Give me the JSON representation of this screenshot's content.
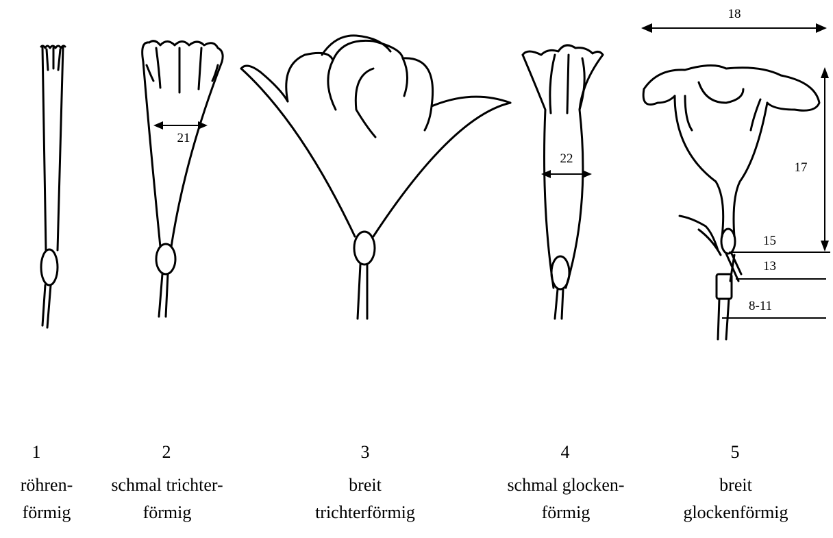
{
  "flowers": [
    {
      "number": "1",
      "label_line1": "röhren-",
      "label_line2": "förmig"
    },
    {
      "number": "2",
      "label_line1": "schmal trichter-",
      "label_line2": "förmig"
    },
    {
      "number": "3",
      "label_line1": "breit",
      "label_line2": "trichterförmig"
    },
    {
      "number": "4",
      "label_line1": "schmal glocken-",
      "label_line2": "förmig"
    },
    {
      "number": "5",
      "label_line1": "breit",
      "label_line2": "glockenförmig"
    }
  ],
  "measurements": {
    "width_2": "21",
    "width_4": "22",
    "span_5": "18",
    "height_5": "17",
    "level_15": "15",
    "level_13": "13",
    "level_8_11": "8-11"
  }
}
